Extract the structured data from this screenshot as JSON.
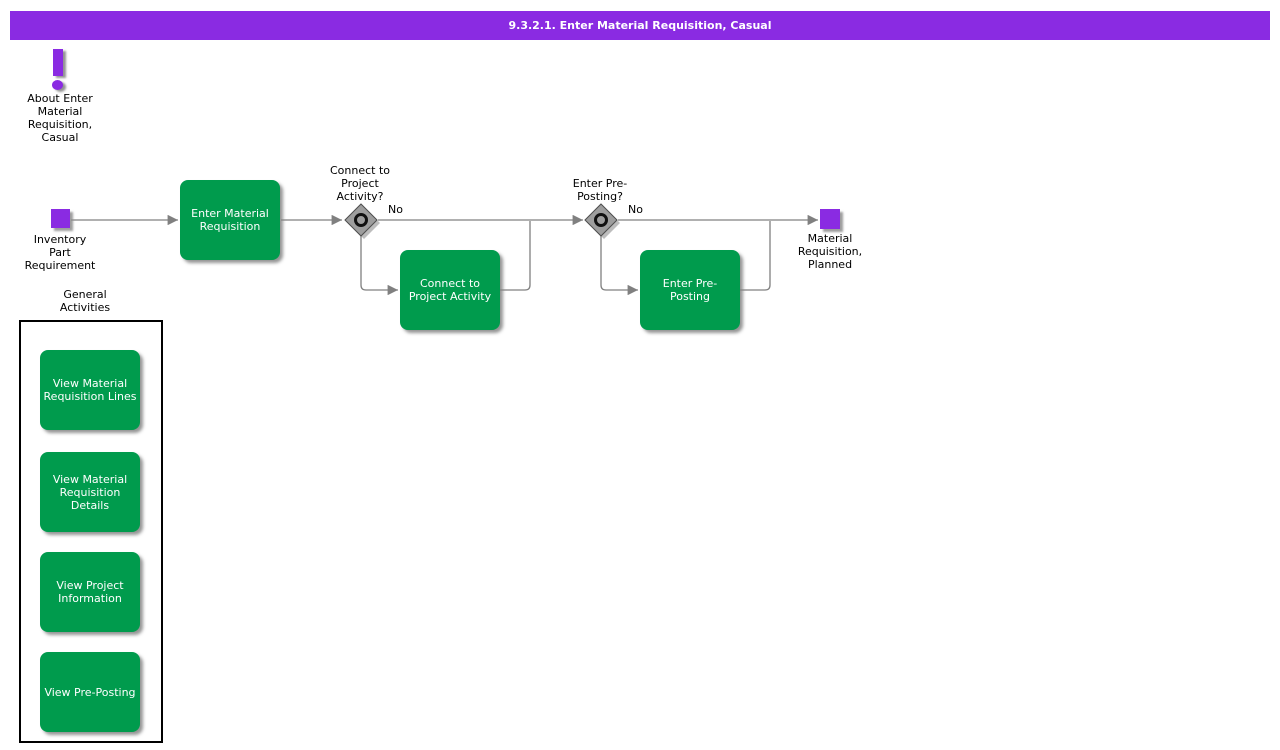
{
  "title": "9.3.2.1. Enter Material Requisition, Casual",
  "about": {
    "label": "About Enter\nMaterial\nRequisition,\nCasual"
  },
  "flow": {
    "start": {
      "label": "Inventory\nPart\nRequirement"
    },
    "task_enter_material_requisition": "Enter Material\nRequisition",
    "decision_connect_project": {
      "question": "Connect to\nProject\nActivity?",
      "no": "No"
    },
    "task_connect_project_activity": "Connect to\nProject Activity",
    "decision_enter_preposting": {
      "question": "Enter Pre-\nPosting?",
      "no": "No"
    },
    "task_enter_preposting": "Enter Pre-\nPosting",
    "end": {
      "label": "Material\nRequisition,\nPlanned"
    }
  },
  "general_activities": {
    "title": "General\nActivities",
    "items": [
      "View Material\nRequisition Lines",
      "View Material\nRequisition\nDetails",
      "View Project\nInformation",
      "View Pre-Posting"
    ]
  },
  "colors": {
    "title_bar_purple": "#8A2BE2",
    "event_purple": "#8A2BE2",
    "task_green": "#009B4D",
    "connector_gray": "#808080",
    "decision_gray": "#9E9E9E"
  }
}
